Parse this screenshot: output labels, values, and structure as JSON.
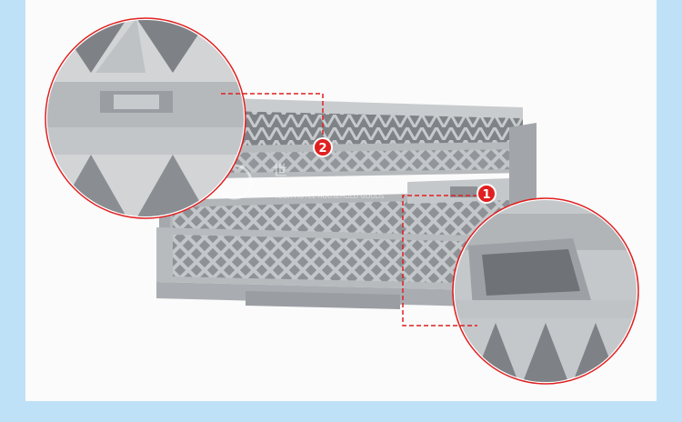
{
  "image": {
    "subject": "stacked-dish-racks",
    "callouts": [
      {
        "number": "1",
        "color": "#e02020"
      },
      {
        "number": "2",
        "color": "#e02020"
      }
    ],
    "watermark": {
      "line1": "世",
      "line2": "YOUR HOTEL HOUSEHOLD GOODS"
    },
    "colors": {
      "frame": "#bfe1f7",
      "rack": "#b9bcbf",
      "rack_dark": "#9ea2a6",
      "accent": "#e02020"
    }
  }
}
